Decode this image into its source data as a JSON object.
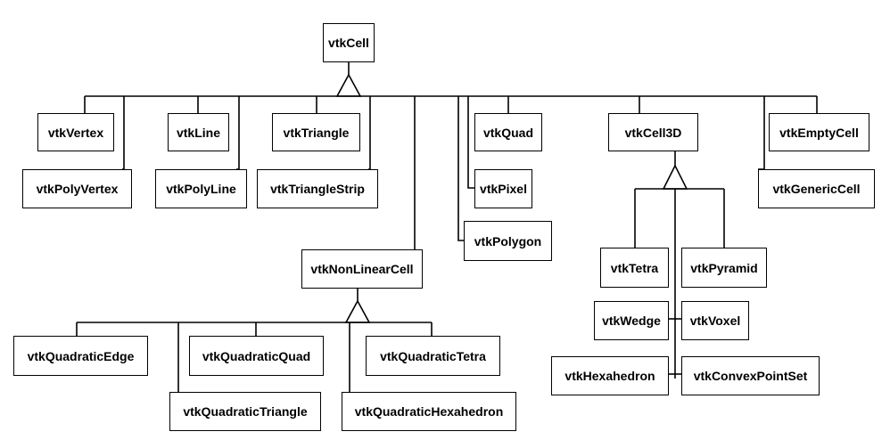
{
  "classes": {
    "vtkCell": "vtkCell",
    "vtkVertex": "vtkVertex",
    "vtkPolyVertex": "vtkPolyVertex",
    "vtkLine": "vtkLine",
    "vtkPolyLine": "vtkPolyLine",
    "vtkTriangle": "vtkTriangle",
    "vtkTriangleStrip": "vtkTriangleStrip",
    "vtkQuad": "vtkQuad",
    "vtkPixel": "vtkPixel",
    "vtkPolygon": "vtkPolygon",
    "vtkCell3D": "vtkCell3D",
    "vtkEmptyCell": "vtkEmptyCell",
    "vtkGenericCell": "vtkGenericCell",
    "vtkNonLinearCell": "vtkNonLinearCell",
    "vtkTetra": "vtkTetra",
    "vtkPyramid": "vtkPyramid",
    "vtkWedge": "vtkWedge",
    "vtkVoxel": "vtkVoxel",
    "vtkHexahedron": "vtkHexahedron",
    "vtkConvexPointSet": "vtkConvexPointSet",
    "vtkQuadraticEdge": "vtkQuadraticEdge",
    "vtkQuadraticQuad": "vtkQuadraticQuad",
    "vtkQuadraticTetra": "vtkQuadraticTetra",
    "vtkQuadraticTriangle": "vtkQuadraticTriangle",
    "vtkQuadraticHexahedron": "vtkQuadraticHexahedron"
  }
}
